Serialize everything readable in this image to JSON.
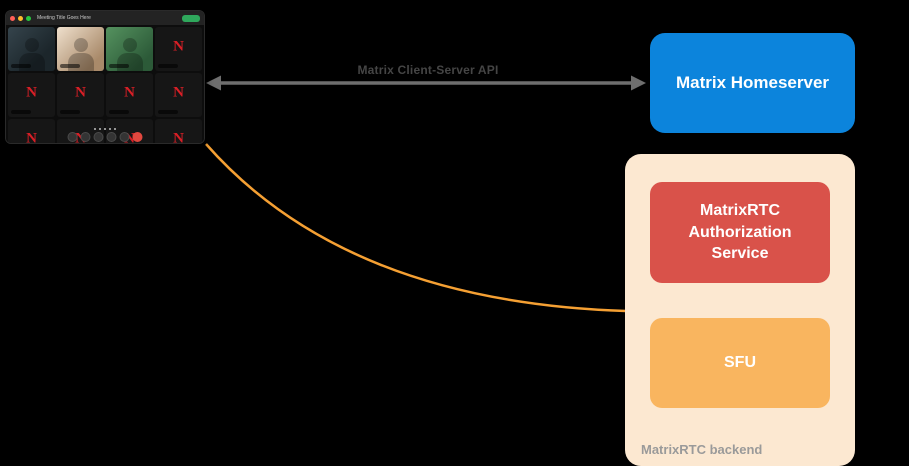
{
  "call_window": {
    "title": "Meeting Title Goes Here",
    "logo_letter": "N",
    "tiles": [
      {
        "type": "person",
        "variant": "p1"
      },
      {
        "type": "person",
        "variant": "p2"
      },
      {
        "type": "person",
        "variant": "p3"
      },
      {
        "type": "logo"
      },
      {
        "type": "logo"
      },
      {
        "type": "logo"
      },
      {
        "type": "logo"
      },
      {
        "type": "logo"
      },
      {
        "type": "logo"
      },
      {
        "type": "logo"
      },
      {
        "type": "logo"
      },
      {
        "type": "logo"
      }
    ],
    "pagination_dots": 5,
    "controls": [
      "mic-icon",
      "camera-icon",
      "screenshare-icon",
      "more-options-icon",
      "chat-icon",
      "hangup-icon"
    ]
  },
  "diagram": {
    "api_arrow_label": "Matrix Client-Server API",
    "homeserver": {
      "label": "Matrix Homeserver"
    },
    "auth_service": {
      "label": "MatrixRTC Authorization Service"
    },
    "sfu": {
      "label": "SFU"
    },
    "backend": {
      "label": "MatrixRTC backend"
    }
  },
  "colors": {
    "homeserver_bg": "#0c84dc",
    "auth_service_bg": "#d9524a",
    "sfu_bg": "#f9b55f",
    "backend_bg": "#fce8d1",
    "arrow_gray": "#6e6e6e",
    "curve_orange": "#f5a033",
    "logo_red": "#d81f26"
  }
}
